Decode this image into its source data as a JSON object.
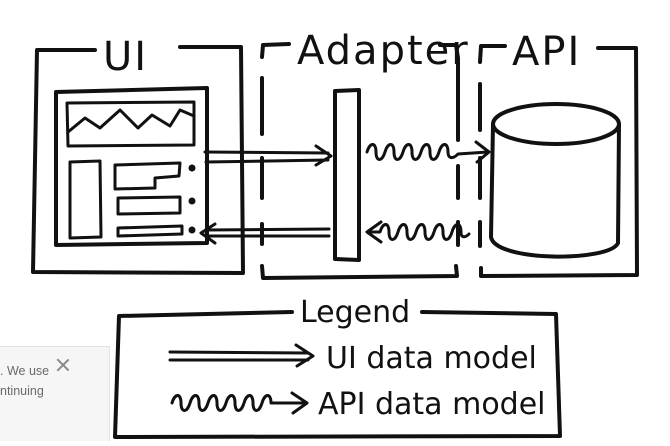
{
  "diagram": {
    "sections": {
      "ui": "UI",
      "adapter": "Adapter",
      "api": "API"
    },
    "legend": {
      "title": "Legend",
      "items": [
        {
          "symbol": "straight-arrow",
          "label": "UI data model"
        },
        {
          "symbol": "wavy-arrow",
          "label": "API data model"
        }
      ]
    }
  },
  "cookie_notice": {
    "text_lines": [
      ". We use",
      "ntinuing"
    ],
    "close_icon": "close-icon"
  }
}
